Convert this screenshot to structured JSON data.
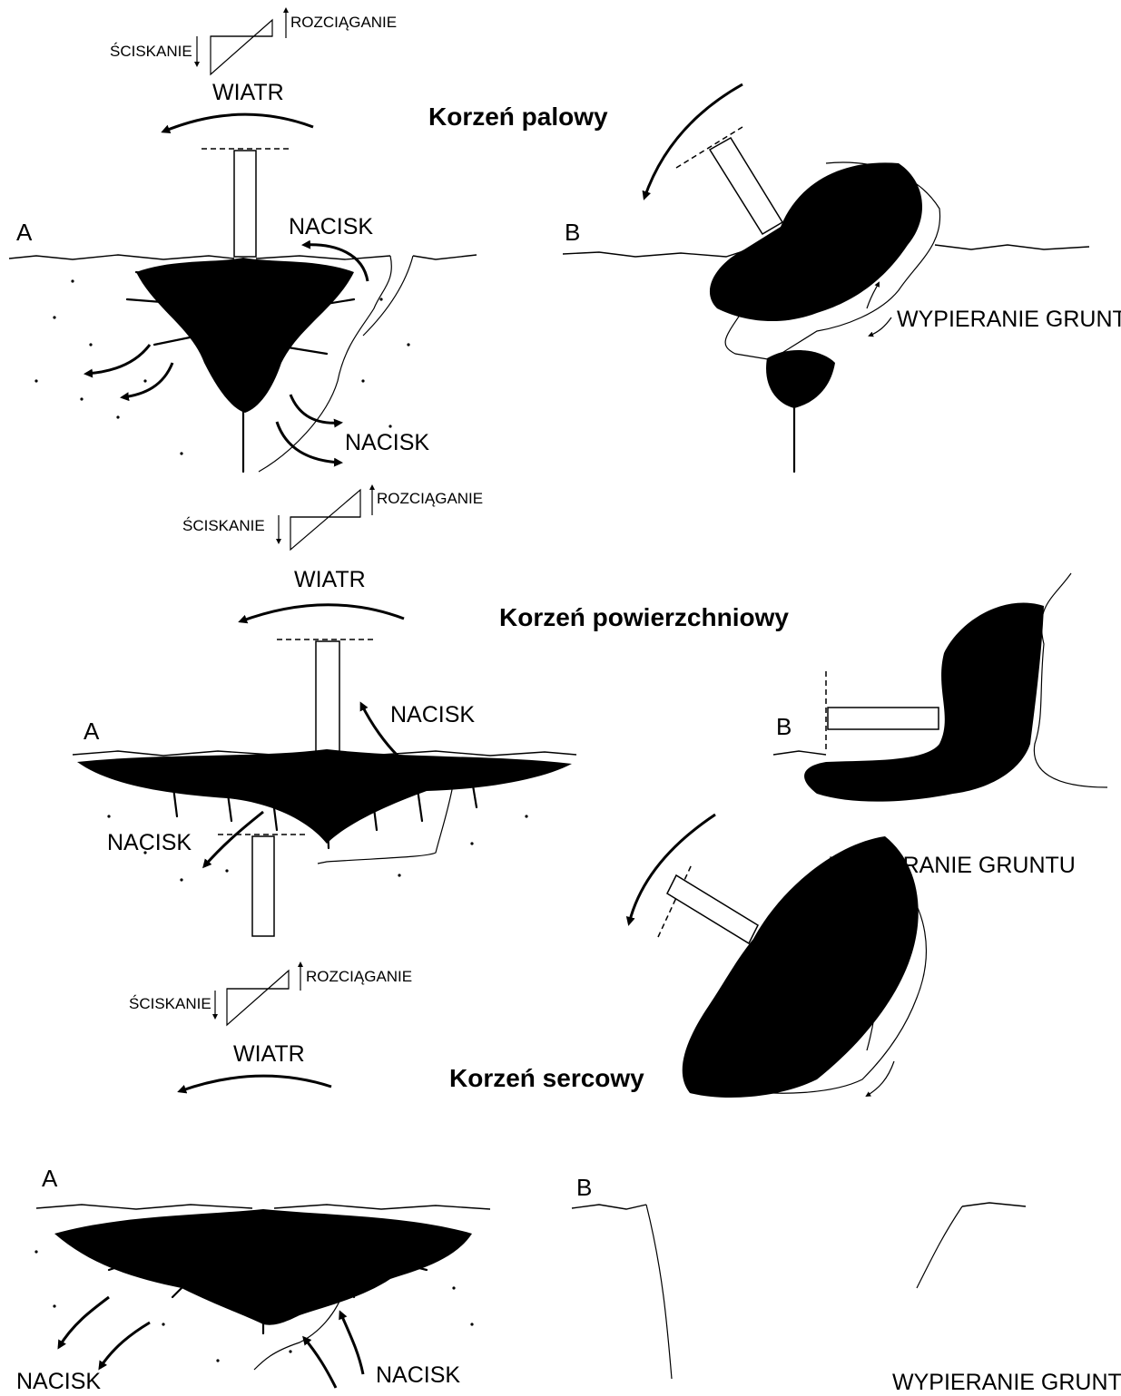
{
  "sections": [
    {
      "title": "Korzeń palowy",
      "stress": {
        "compression": "ŚCISKANIE",
        "tension": "ROZCIĄGANIE"
      },
      "wind": "WIATR",
      "panel_a": {
        "letter": "A",
        "labels": [
          "NACISK",
          "NACISK"
        ]
      },
      "panel_b": {
        "letter": "B",
        "label": "WYPIERANIE GRUNTU"
      }
    },
    {
      "title": "Korzeń powierzchniowy",
      "stress": {
        "compression": "ŚCISKANIE",
        "tension": "ROZCIĄGANIE"
      },
      "wind": "WIATR",
      "panel_a": {
        "letter": "A",
        "labels": [
          "NACISK",
          "NACISK"
        ]
      },
      "panel_b": {
        "letter": "B",
        "label": "WYPIERANIE GRUNTU"
      }
    },
    {
      "title": "Korzeń sercowy",
      "stress": {
        "compression": "ŚCISKANIE",
        "tension": "ROZCIĄGANIE"
      },
      "wind": "WIATR",
      "panel_a": {
        "letter": "A",
        "labels": [
          "NACISK",
          "NACISK"
        ]
      },
      "panel_b": {
        "letter": "B",
        "label": "WYPIERANIE GRUNTU"
      }
    }
  ]
}
